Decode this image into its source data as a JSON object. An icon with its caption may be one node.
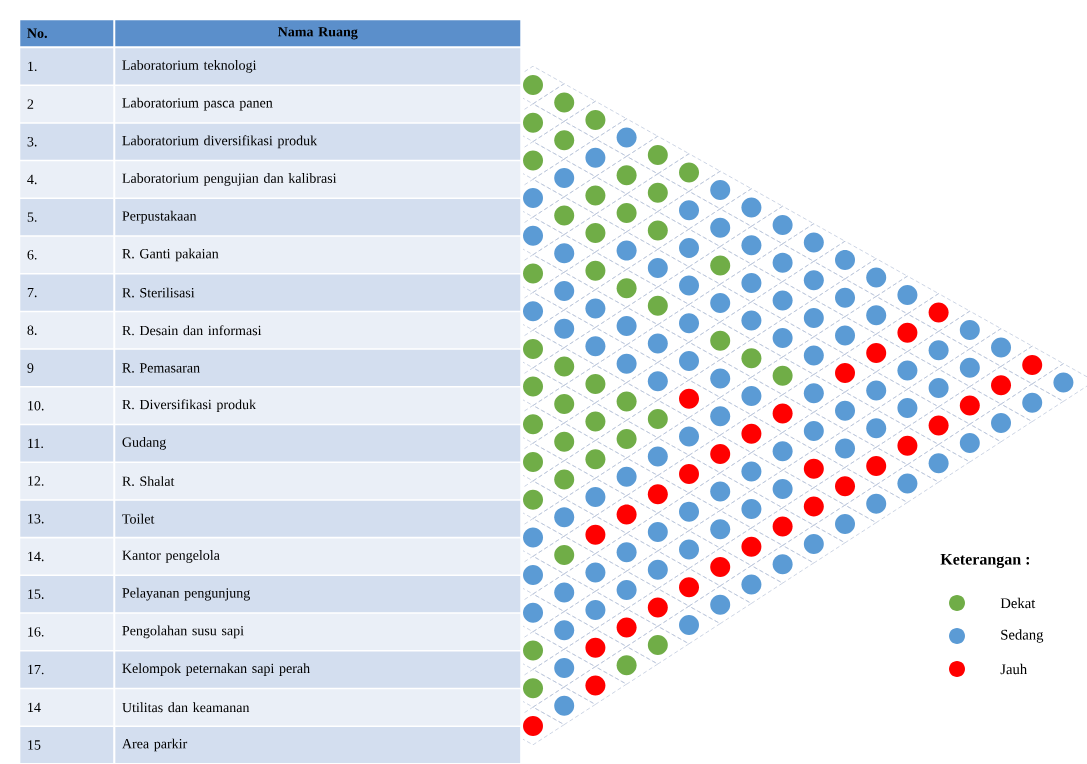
{
  "diagram": {
    "labels": [
      "No.",
      "Nama Ruang",
      "1.",
      "Laboratorium teknologi",
      "2",
      "Laboratorium pasca panen",
      "3.",
      "Laboratorium diversifikasi produk",
      "4.",
      "Laboratorium pengujian dan kalibrasi",
      "5.",
      "Perpustakaan",
      "6.",
      "R. Ganti pakaian",
      "7.",
      "R. Sterilisasi",
      "8.",
      "R. Desain dan informasi",
      "9",
      "R. Pemasaran",
      "10.",
      "R. Diversifikasi produk",
      "11.",
      "Gudang",
      "12.",
      "R. Shalat",
      "13.",
      "Toilet",
      "14.",
      "Kantor pengelola",
      "15.",
      "Pelayanan pengunjung",
      "16.",
      "Pengolahan susu sapi",
      "17.",
      "Kelompok peternakan sapi perah",
      "14",
      "Utilitas dan keamanan",
      "15",
      "Area parkir",
      "Keterangan :"
    ],
    "legend": [
      {
        "text": "Dekat",
        "color": "#70ad47"
      },
      {
        "text": "Sedang",
        "color": "#5b9bd5"
      },
      {
        "text": "Jauh",
        "color": "#ff0000"
      }
    ]
  }
}
